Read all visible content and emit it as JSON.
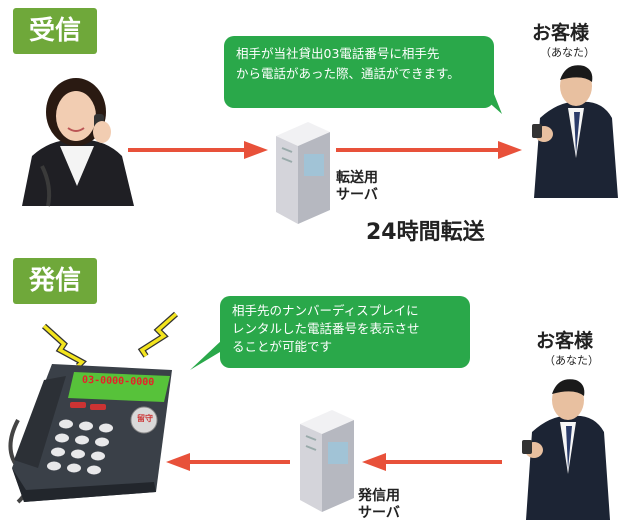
{
  "receive": {
    "label": "受信",
    "bubble_line1": "相手が当社貸出03電話番号に相手先",
    "bubble_line2": "から電話があった際、通話ができます。",
    "server_line1": "転送用",
    "server_line2": "サーバ",
    "customer_title": "お客様",
    "customer_sub": "（あなた）",
    "forwarding_text": "24時間転送"
  },
  "send": {
    "label": "発信",
    "bubble_line1": "相手先のナンバーディスプレイに",
    "bubble_line2": "レンタルした電話番号を表示させ",
    "bubble_line3": "ることが可能です",
    "server_line1": "発信用",
    "server_line2": "サーバ",
    "customer_title": "お客様",
    "customer_sub": "（あなた）",
    "phone_display": "03-0000-0000",
    "phone_button": "留守"
  },
  "colors": {
    "label_bg": "#6fa83a",
    "bubble_bg": "#2aa84a",
    "arrow": "#e8513a"
  }
}
